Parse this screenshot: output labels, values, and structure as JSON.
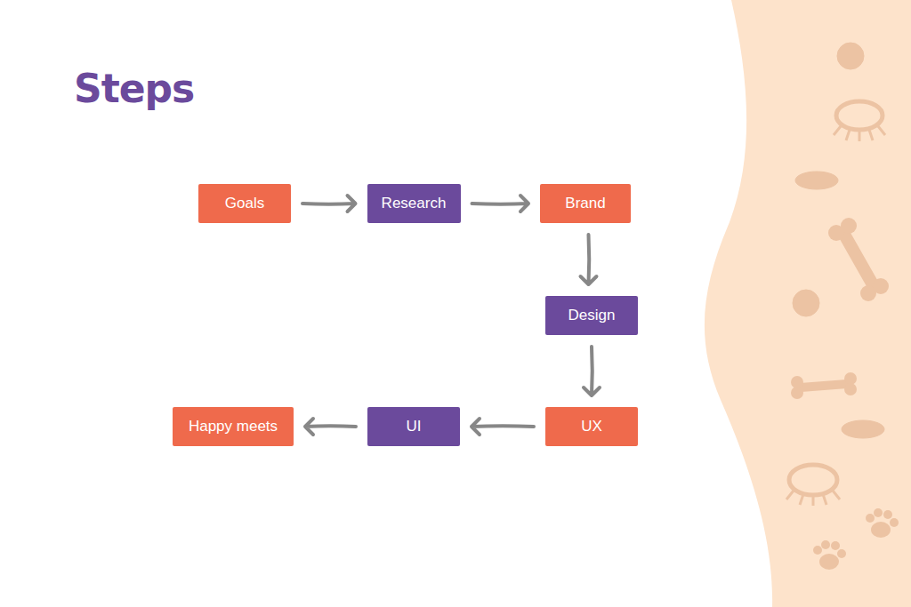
{
  "diagram": {
    "title": "Steps",
    "nodes": [
      {
        "text": [
          "Goals"
        ]
      },
      {
        "text": [
          "Research"
        ]
      },
      {
        "text": [
          "Brand"
        ]
      },
      {
        "text": [
          "Design"
        ]
      },
      {
        "text": [
          "UX"
        ]
      },
      {
        "text": [
          "UI"
        ]
      },
      {
        "text": [
          "Happy meets"
        ]
      }
    ],
    "edges": [
      {
        "from": 0,
        "to": 1,
        "arrow": "to"
      },
      {
        "from": 1,
        "to": 2,
        "arrow": "to"
      },
      {
        "from": 2,
        "to": 3,
        "arrow": "to"
      },
      {
        "from": 3,
        "to": 4,
        "arrow": "to"
      },
      {
        "from": 4,
        "to": 5,
        "arrow": "to"
      },
      {
        "from": 5,
        "to": 6,
        "arrow": "to"
      }
    ]
  }
}
